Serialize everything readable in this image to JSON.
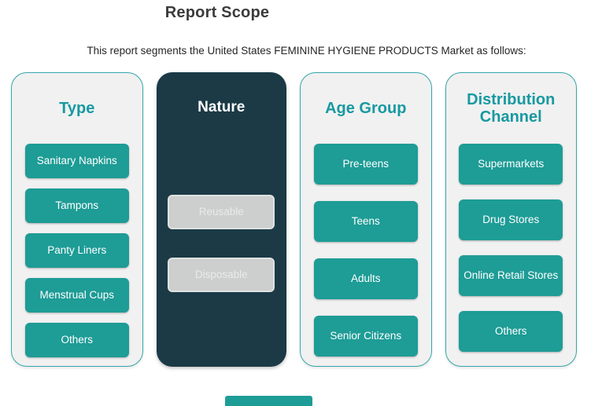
{
  "page": {
    "title": "Report Scope",
    "subtitle": "This report segments the United States FEMININE HYGIENE PRODUCTS Market as follows:"
  },
  "colors": {
    "accent_teal": "#1e9c96",
    "header_teal": "#1899a1",
    "dark_panel": "#1b3a46",
    "light_panel": "#f1f1f1",
    "light_panel_border": "#35a7aa",
    "gray_button": "#cdcfcf",
    "gray_button_border": "#dfe1e1",
    "gray_button_text": "#e9ebeb",
    "title_text": "#3b3b3b",
    "button_text": "#ffffff",
    "partial_bottom_bar": "#1e9c96"
  },
  "columns": [
    {
      "id": "type",
      "label": "Type",
      "theme": "light",
      "items": [
        "Sanitary Napkins",
        "Tampons",
        "Panty Liners",
        "Menstrual Cups",
        "Others"
      ]
    },
    {
      "id": "nature",
      "label": "Nature",
      "theme": "dark",
      "items": [
        "Reusable",
        "Disposable"
      ]
    },
    {
      "id": "age-group",
      "label": "Age Group",
      "theme": "light",
      "items": [
        "Pre-teens",
        "Teens",
        "Adults",
        "Senior Citizens"
      ]
    },
    {
      "id": "distribution-channel",
      "label": "Distribution Channel",
      "theme": "light",
      "items": [
        "Supermarkets",
        "Drug Stores",
        "Online Retail Stores",
        "Others"
      ]
    }
  ]
}
